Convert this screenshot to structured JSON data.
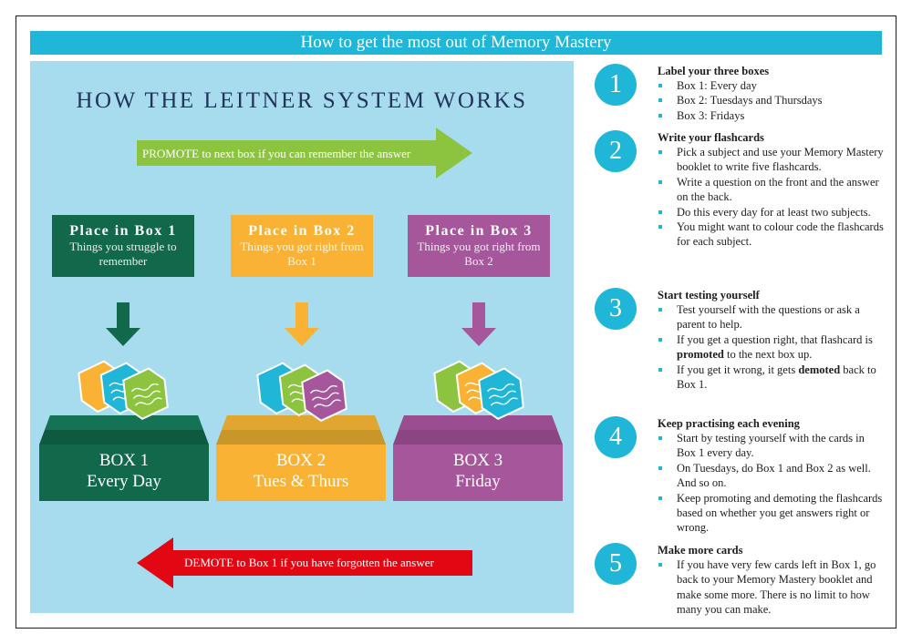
{
  "header": {
    "title": "How to get the most out of Memory Mastery"
  },
  "leitner": {
    "title": "HOW THE LEITNER SYSTEM WORKS",
    "promote_text": "PROMOTE to next box if you can remember the answer",
    "demote_text": "DEMOTE to Box 1 if you have forgotten the answer",
    "labels": [
      {
        "title": "Place in Box 1",
        "subtitle": "Things you struggle to remember",
        "color": "#11684b"
      },
      {
        "title": "Place in Box 2",
        "subtitle": "Things you got right from Box 1",
        "color": "#f9b233"
      },
      {
        "title": "Place in Box 3",
        "subtitle": "Things you got right from Box 2",
        "color": "#a6569b"
      }
    ],
    "boxes": [
      {
        "name": "BOX 1",
        "schedule": "Every Day"
      },
      {
        "name": "BOX 2",
        "schedule": "Tues & Thurs"
      },
      {
        "name": "BOX 3",
        "schedule": "Friday"
      }
    ],
    "colors": {
      "panel": "#a6dcee",
      "promote": "#8dc43f",
      "demote": "#e30613",
      "accent": "#1fb6d7"
    }
  },
  "steps": [
    {
      "number": "1",
      "title": "Label your three boxes",
      "items": [
        "Box 1: Every day",
        "Box 2: Tuesdays and Thursdays",
        "Box 3: Fridays"
      ]
    },
    {
      "number": "2",
      "title": "Write your flashcards",
      "items": [
        "Pick a subject and use your Memory Mastery booklet to write five flashcards.",
        "Write a question on the front and the answer on the back.",
        "Do this every day for at least two subjects.",
        "You might want to colour code the flashcards for each subject."
      ]
    },
    {
      "number": "3",
      "title": "Start testing yourself",
      "items": [
        "Test yourself with the questions or ask a parent to help.",
        {
          "pre": "If you get a question right, that flashcard is ",
          "bold": "promoted",
          "post": " to the next box up."
        },
        {
          "pre": "If you get it wrong, it gets ",
          "bold": "demoted",
          "post": " back to Box 1."
        }
      ]
    },
    {
      "number": "4",
      "title": "Keep practising each evening",
      "items": [
        "Start by testing yourself with the cards in Box 1 every day.",
        "On Tuesdays, do Box 1 and Box 2 as well. And so on.",
        "Keep promoting and demoting the flashcards based on whether you get answers right or wrong."
      ]
    },
    {
      "number": "5",
      "title": "Make more cards",
      "items": [
        "If you have very few cards left in Box 1, go back to your Memory Mastery booklet and make some more. There is no limit to how many you can make."
      ]
    }
  ]
}
